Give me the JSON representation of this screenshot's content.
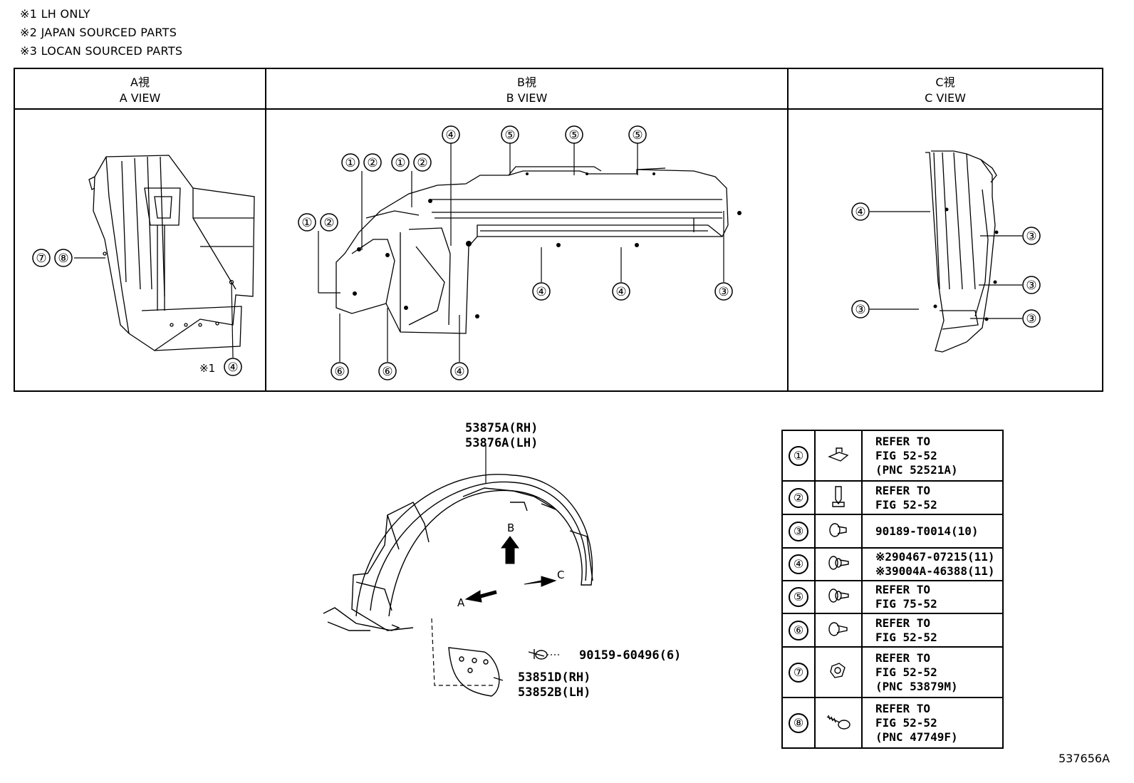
{
  "notes": [
    "※1 LH ONLY",
    "※2 JAPAN SOURCED PARTS",
    "※3 LOCAN SOURCED PARTS"
  ],
  "views": [
    {
      "jp": "A視",
      "en": "A VIEW"
    },
    {
      "jp": "B視",
      "en": "B VIEW"
    },
    {
      "jp": "C視",
      "en": "C VIEW"
    }
  ],
  "callout_note": "※1",
  "callouts": [
    "①",
    "②",
    "③",
    "④",
    "⑤",
    "⑥",
    "⑦",
    "⑧"
  ],
  "main_parts": {
    "liner_rh": "53875A(RH)",
    "liner_lh": "53876A(LH)",
    "screw": "90159-60496(6)",
    "flap_rh": "53851D(RH)",
    "flap_lh": "53852B(LH)"
  },
  "arrows": {
    "a": "A",
    "b": "B",
    "c": "C"
  },
  "legend": [
    {
      "num": "①",
      "icon": "clip-nut-icon",
      "lines": [
        "REFER TO",
        "FIG 52-52",
        "(PNC 52521A)"
      ]
    },
    {
      "num": "②",
      "icon": "screw-icon",
      "lines": [
        "REFER TO",
        "FIG 52-52"
      ]
    },
    {
      "num": "③",
      "icon": "clip-icon",
      "lines": [
        "90189-T0014(10)"
      ]
    },
    {
      "num": "④",
      "icon": "push-clip-icon",
      "lines": [
        "※290467-07215(11)",
        "※39004A-46388(11)"
      ]
    },
    {
      "num": "⑤",
      "icon": "push-clip-icon",
      "lines": [
        "REFER TO",
        "FIG 75-52"
      ]
    },
    {
      "num": "⑥",
      "icon": "clip-icon",
      "lines": [
        "REFER TO",
        "FIG 52-52"
      ]
    },
    {
      "num": "⑦",
      "icon": "retainer-icon",
      "lines": [
        "REFER TO",
        "FIG 52-52",
        "(PNC 53879M)"
      ]
    },
    {
      "num": "⑧",
      "icon": "bolt-icon",
      "lines": [
        "REFER TO",
        "FIG 52-52",
        "(PNC 47749F)"
      ]
    }
  ],
  "diagram_code": "537656A"
}
